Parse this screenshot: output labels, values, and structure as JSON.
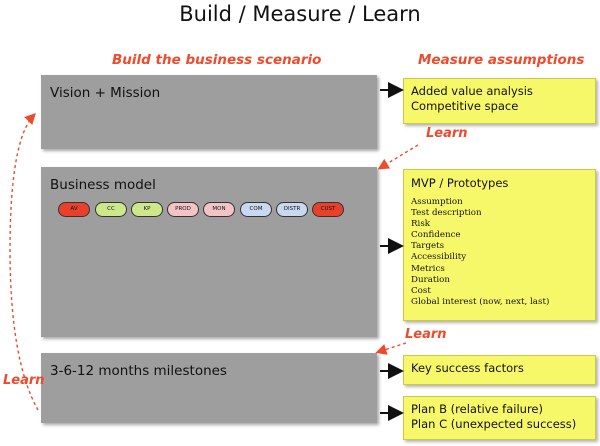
{
  "title": "Build / Measure / Learn",
  "headers": {
    "build": "Build the business scenario",
    "measure": "Measure assumptions"
  },
  "boxes": {
    "vision": "Vision + Mission",
    "business_model": "Business model",
    "milestones": "3-6-12 months milestones"
  },
  "pills": [
    {
      "label": "AV",
      "color": "#e8402a"
    },
    {
      "label": "CC",
      "color": "#cde88a"
    },
    {
      "label": "KP",
      "color": "#cde88a"
    },
    {
      "label": "PROD",
      "color": "#f4c4c4"
    },
    {
      "label": "MON",
      "color": "#f4c4c4"
    },
    {
      "label": "COM",
      "color": "#c8d8f0"
    },
    {
      "label": "DISTR",
      "color": "#c8d8f0"
    },
    {
      "label": "CUST",
      "color": "#e8402a"
    }
  ],
  "notes": {
    "vision": [
      "Added value analysis",
      "Competitive space"
    ],
    "mvp_title": "MVP / Prototypes",
    "mvp_items": [
      "Assumption",
      "Test description",
      "Risk",
      "Confidence",
      "Targets",
      "Accessibility",
      "Metrics",
      "Duration",
      "Cost",
      "Global interest (now, next, last)"
    ],
    "key_success": "Key success factors",
    "plans": [
      "Plan B (relative failure)",
      "Plan C (unexpected success)"
    ]
  },
  "learn_labels": {
    "top": "Learn",
    "middle": "Learn",
    "left": "Learn"
  }
}
